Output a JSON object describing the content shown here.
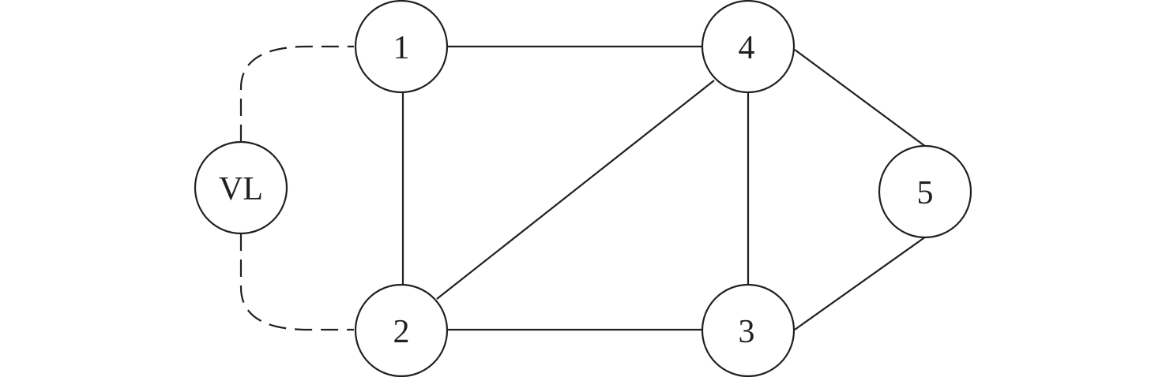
{
  "nodes": [
    {
      "id": "1",
      "label": "1"
    },
    {
      "id": "2",
      "label": "2"
    },
    {
      "id": "3",
      "label": "3"
    },
    {
      "id": "4",
      "label": "4"
    },
    {
      "id": "5",
      "label": "5"
    },
    {
      "id": "VL",
      "label": "VL"
    }
  ],
  "edges": [
    {
      "from": "1",
      "to": "4",
      "style": "solid"
    },
    {
      "from": "1",
      "to": "2",
      "style": "solid"
    },
    {
      "from": "2",
      "to": "4",
      "style": "solid"
    },
    {
      "from": "2",
      "to": "3",
      "style": "solid"
    },
    {
      "from": "4",
      "to": "3",
      "style": "solid"
    },
    {
      "from": "4",
      "to": "5",
      "style": "solid"
    },
    {
      "from": "3",
      "to": "5",
      "style": "solid"
    },
    {
      "from": "VL",
      "to": "1",
      "style": "dashed"
    },
    {
      "from": "VL",
      "to": "2",
      "style": "dashed"
    }
  ],
  "colors": {
    "stroke": "#231f20",
    "background": "#ffffff"
  }
}
